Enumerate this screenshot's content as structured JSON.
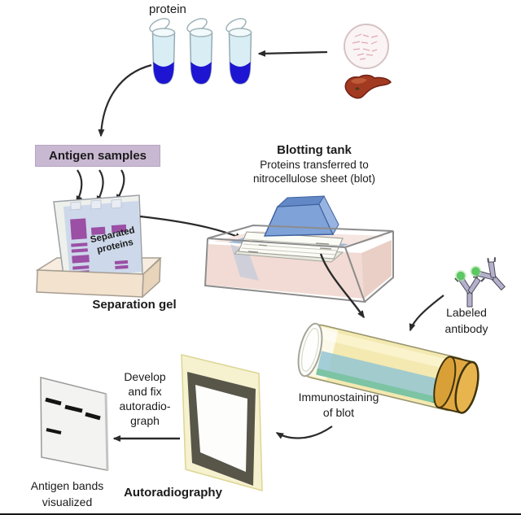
{
  "diagram": {
    "protein": {
      "label": "protein"
    },
    "antigen_samples": {
      "label": "Antigen samples"
    },
    "gel": {
      "inner_label": {
        "line1": "Separated",
        "line2": "proteins"
      },
      "caption": "Separation gel"
    },
    "blotting_tank": {
      "title": "Blotting tank",
      "subtitle1": "Proteins transferred to",
      "subtitle2": "nitrocellulose sheet (blot)"
    },
    "antibody": {
      "line1": "Labeled",
      "line2": "antibody"
    },
    "immunostaining": {
      "line1": "Immunostaining",
      "line2": "of blot"
    },
    "develop": {
      "line1": "Develop",
      "line2": "and fix",
      "line3": "autoradio-",
      "line4": "graph"
    },
    "autoradiography": {
      "caption": "Autoradiography"
    },
    "result": {
      "line1": "Antigen bands",
      "line2": "visualized"
    }
  },
  "icons": {
    "petri_dish": "cell-culture-dish-icon",
    "liver": "liver-icon",
    "sample_tubes": "microcentrifuge-tube-icon",
    "antibodies": "antibody-y-icon",
    "gel": "electrophoresis-gel-icon",
    "blotting_tank": "blotting-tank-icon",
    "roller_tube": "hybridization-tube-icon",
    "film_frame": "autoradiograph-frame-icon",
    "developed_film": "developed-film-icon"
  },
  "colors": {
    "antigen_box": "#c9b8d2",
    "gel_face": "#cdd8ea",
    "gel_band": "#9b4fa5",
    "tray_front": "#f2e2ce",
    "weight_blue": "#7fa2d8",
    "tank_liquid": "#f1dbd4",
    "tube_body_yellow": "#f3e8ab",
    "tube_cap_gold": "#e2a943",
    "blot_sheet_teal": "#7cc4a4",
    "antibody_green": "#5dc763",
    "film_cream": "#f6f1cf",
    "frame_dark": "#585549",
    "sample_tube_blue": "#1e15d2",
    "dish_pink": "#fbf4f4",
    "liver_red": "#a23a22",
    "arrow": "#2b2b2b"
  }
}
